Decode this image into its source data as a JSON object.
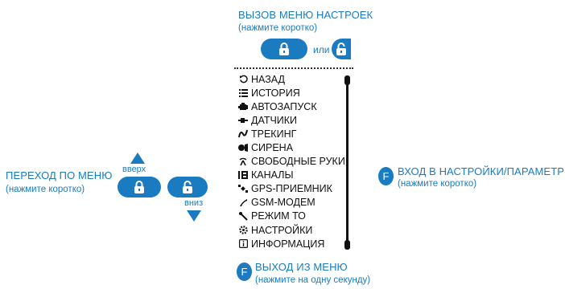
{
  "top": {
    "title": "ВЫЗОВ МЕНЮ НАСТРОЕК",
    "subtitle": "(нажмите коротко)",
    "or_label": "или"
  },
  "left": {
    "title": "ПЕРЕХОД ПО МЕНЮ",
    "subtitle": "(нажмите коротко)",
    "up_label": "вверх",
    "down_label": "вниз"
  },
  "right": {
    "badge": "F",
    "title": "ВХОД В НАСТРОЙКИ/ПАРАМЕТРЫ",
    "subtitle": "(нажмите коротко)"
  },
  "bottom": {
    "badge": "F",
    "title": "ВЫХОД ИЗ МЕНЮ",
    "subtitle": "(нажмите на одну секунду)"
  },
  "menu": {
    "items": [
      {
        "label": "НАЗАД",
        "icon": "back-arrow-icon"
      },
      {
        "label": "ИСТОРИЯ",
        "icon": "list-icon"
      },
      {
        "label": "АВТОЗАПУСК",
        "icon": "engine-icon"
      },
      {
        "label": "ДАТЧИКИ",
        "icon": "sensor-icon"
      },
      {
        "label": "ТРЕКИНГ",
        "icon": "tracking-icon"
      },
      {
        "label": "СИРЕНА",
        "icon": "siren-icon"
      },
      {
        "label": "СВОБОДНЫЕ РУКИ",
        "icon": "hands-free-icon"
      },
      {
        "label": "КАНАЛЫ",
        "icon": "channels-icon"
      },
      {
        "label": "GPS-ПРИЕМНИК",
        "icon": "satellite-icon"
      },
      {
        "label": "GSM-МОДЕМ",
        "icon": "phone-icon"
      },
      {
        "label": "РЕЖИМ ТО",
        "icon": "wrench-icon"
      },
      {
        "label": "НАСТРОЙКИ",
        "icon": "gear-icon"
      },
      {
        "label": "ИНФОРМАЦИЯ",
        "icon": "info-icon"
      }
    ]
  },
  "colors": {
    "accent": "#1a7bc1",
    "text": "#111111"
  }
}
